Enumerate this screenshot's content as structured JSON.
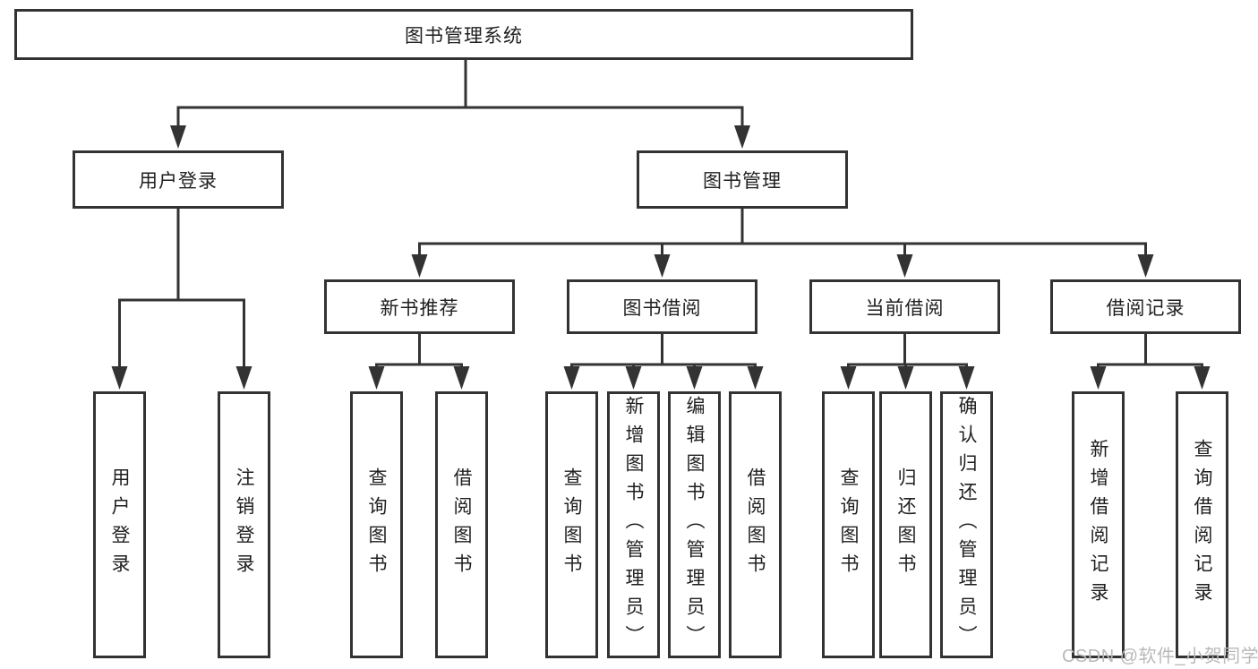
{
  "diagram": {
    "colors": {
      "line": "#333333",
      "box_border": "#333333",
      "text": "#1f1f1f",
      "background": "#ffffff",
      "watermark_text": "#b9b9b9"
    },
    "tree": {
      "root": {
        "label": "图书管理系统"
      },
      "branches": [
        {
          "label": "用户登录",
          "children": [
            {
              "label": "用户登录"
            },
            {
              "label": "注销登录"
            }
          ]
        },
        {
          "label": "图书管理",
          "children": [
            {
              "label": "新书推荐",
              "children": [
                {
                  "label": "查询图书"
                },
                {
                  "label": "借阅图书"
                }
              ]
            },
            {
              "label": "图书借阅",
              "children": [
                {
                  "label": "查询图书"
                },
                {
                  "label": "新增图书（管理员）"
                },
                {
                  "label": "编辑图书（管理员）"
                },
                {
                  "label": "借阅图书"
                }
              ]
            },
            {
              "label": "当前借阅",
              "children": [
                {
                  "label": "查询图书"
                },
                {
                  "label": "归还图书"
                },
                {
                  "label": "确认归还（管理员）"
                }
              ]
            },
            {
              "label": "借阅记录",
              "children": [
                {
                  "label": "新增借阅记录"
                },
                {
                  "label": "查询借阅记录"
                }
              ]
            }
          ]
        }
      ]
    },
    "watermark": "CSDN @软件_小贺同学"
  }
}
